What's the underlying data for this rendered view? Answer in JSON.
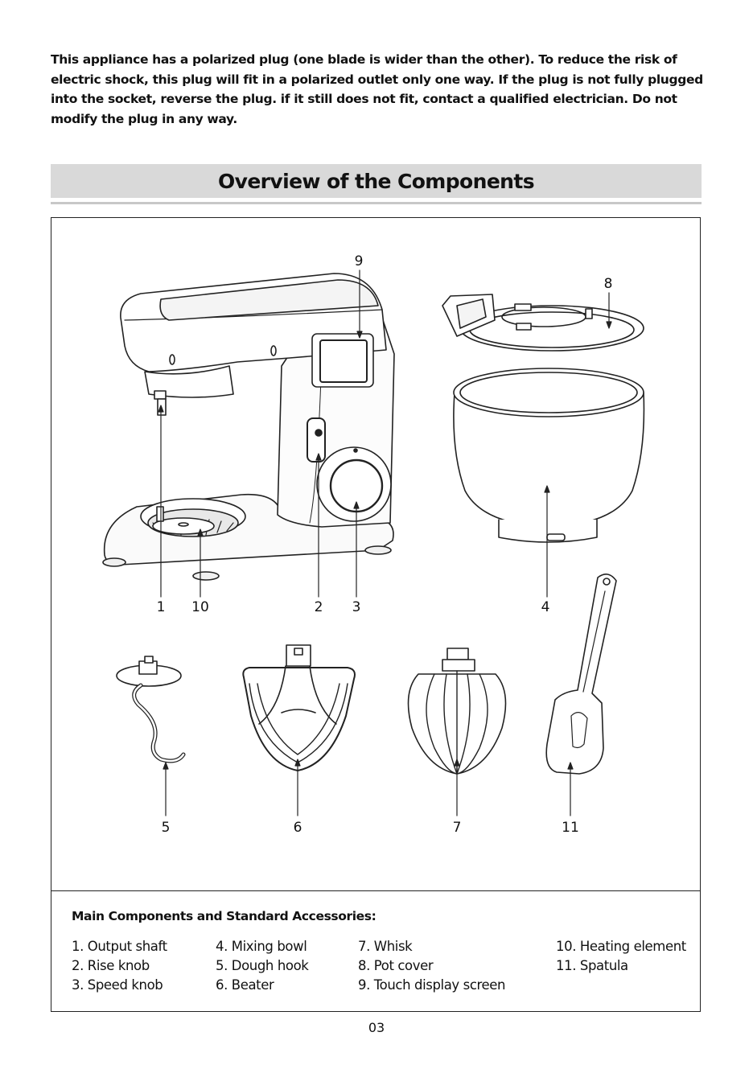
{
  "warning_text": "This appliance has a polarized plug (one blade is wider than the other). To reduce the risk of electric shock, this plug will fit in a polarized outlet only one way. If the plug is not fully plugged into the socket, reverse the plug. if it still does not fit, contact a qualified electrician. Do not modify the plug in any way.",
  "section_title": "Overview of the Components",
  "callouts": {
    "c1": "1",
    "c2": "2",
    "c3": "3",
    "c4": "4",
    "c5": "5",
    "c6": "6",
    "c7": "7",
    "c8": "8",
    "c9": "9",
    "c10": "10",
    "c11": "11"
  },
  "legend": {
    "title": "Main Components and Standard Accessories:",
    "columns": [
      [
        "1. Output shaft",
        "2. Rise knob",
        "3. Speed knob"
      ],
      [
        "4. Mixing bowl",
        "5. Dough hook",
        "6. Beater"
      ],
      [
        "7. Whisk",
        "8. Pot cover",
        "9. Touch display screen"
      ],
      [
        "10. Heating element",
        "11. Spatula"
      ]
    ]
  },
  "page_number": "03"
}
